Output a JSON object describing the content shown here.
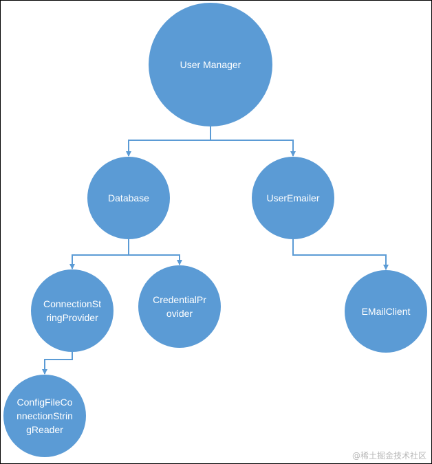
{
  "diagram": {
    "node_color": "#5b9bd5",
    "edge_color": "#5b9bd5",
    "nodes": {
      "user_manager": {
        "lines": [
          "User Manager"
        ]
      },
      "database": {
        "lines": [
          "Database"
        ]
      },
      "user_emailer": {
        "lines": [
          "UserEmailer"
        ]
      },
      "connection_string_provider": {
        "lines": [
          "ConnectionSt",
          "ringProvider"
        ]
      },
      "credential_provider": {
        "lines": [
          "CredentialPr",
          "ovider"
        ]
      },
      "email_client": {
        "lines": [
          "EMailClient"
        ]
      },
      "config_file_reader": {
        "lines": [
          "ConfigFileCo",
          "nnectionStrin",
          "gReader"
        ]
      }
    },
    "edges": [
      {
        "from": "user_manager",
        "to": "database"
      },
      {
        "from": "user_manager",
        "to": "user_emailer"
      },
      {
        "from": "database",
        "to": "connection_string_provider"
      },
      {
        "from": "database",
        "to": "credential_provider"
      },
      {
        "from": "user_emailer",
        "to": "email_client"
      },
      {
        "from": "connection_string_provider",
        "to": "config_file_reader"
      }
    ]
  },
  "watermark": {
    "text": "@稀土掘金技术社区"
  }
}
